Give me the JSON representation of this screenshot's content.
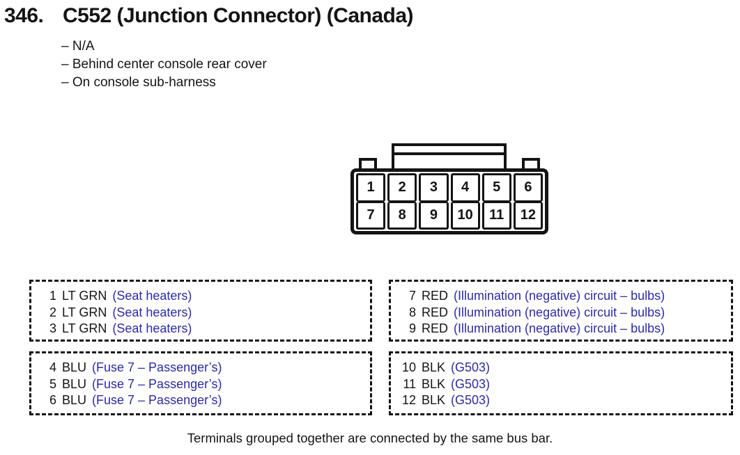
{
  "page": {
    "item_number": "346.",
    "title": "C552 (Junction Connector) (Canada)",
    "notes": [
      "– N/A",
      "– Behind center console rear cover",
      "– On console sub-harness"
    ],
    "footer": "Terminals grouped together are connected by the same bus bar."
  },
  "connector": {
    "description": "12-pin junction connector, 2 rows of 6",
    "pins": [
      "1",
      "2",
      "3",
      "4",
      "5",
      "6",
      "7",
      "8",
      "9",
      "10",
      "11",
      "12"
    ]
  },
  "pin_groups": [
    {
      "pins": [
        {
          "num": "1",
          "wire_color": "LT GRN",
          "desc": "(Seat heaters)"
        },
        {
          "num": "2",
          "wire_color": "LT GRN",
          "desc": "(Seat heaters)"
        },
        {
          "num": "3",
          "wire_color": "LT GRN",
          "desc": "(Seat heaters)"
        }
      ]
    },
    {
      "pins": [
        {
          "num": "7",
          "wire_color": "RED",
          "desc": "(Illumination (negative) circuit – bulbs)"
        },
        {
          "num": "8",
          "wire_color": "RED",
          "desc": "(Illumination (negative) circuit – bulbs)"
        },
        {
          "num": "9",
          "wire_color": "RED",
          "desc": "(Illumination (negative) circuit – bulbs)"
        }
      ]
    },
    {
      "pins": [
        {
          "num": "4",
          "wire_color": "BLU",
          "desc": "(Fuse 7 – Passenger’s)"
        },
        {
          "num": "5",
          "wire_color": "BLU",
          "desc": "(Fuse 7 – Passenger’s)"
        },
        {
          "num": "6",
          "wire_color": "BLU",
          "desc": "(Fuse 7 – Passenger’s)"
        }
      ]
    },
    {
      "pins": [
        {
          "num": "10",
          "wire_color": "BLK",
          "desc": "(G503)"
        },
        {
          "num": "11",
          "wire_color": "BLK",
          "desc": "(G503)"
        },
        {
          "num": "12",
          "wire_color": "BLK",
          "desc": "(G503)"
        }
      ]
    }
  ],
  "colors": {
    "ink": "#141414",
    "annotation_blue": "#2b2ba3",
    "background": "#ffffff"
  }
}
